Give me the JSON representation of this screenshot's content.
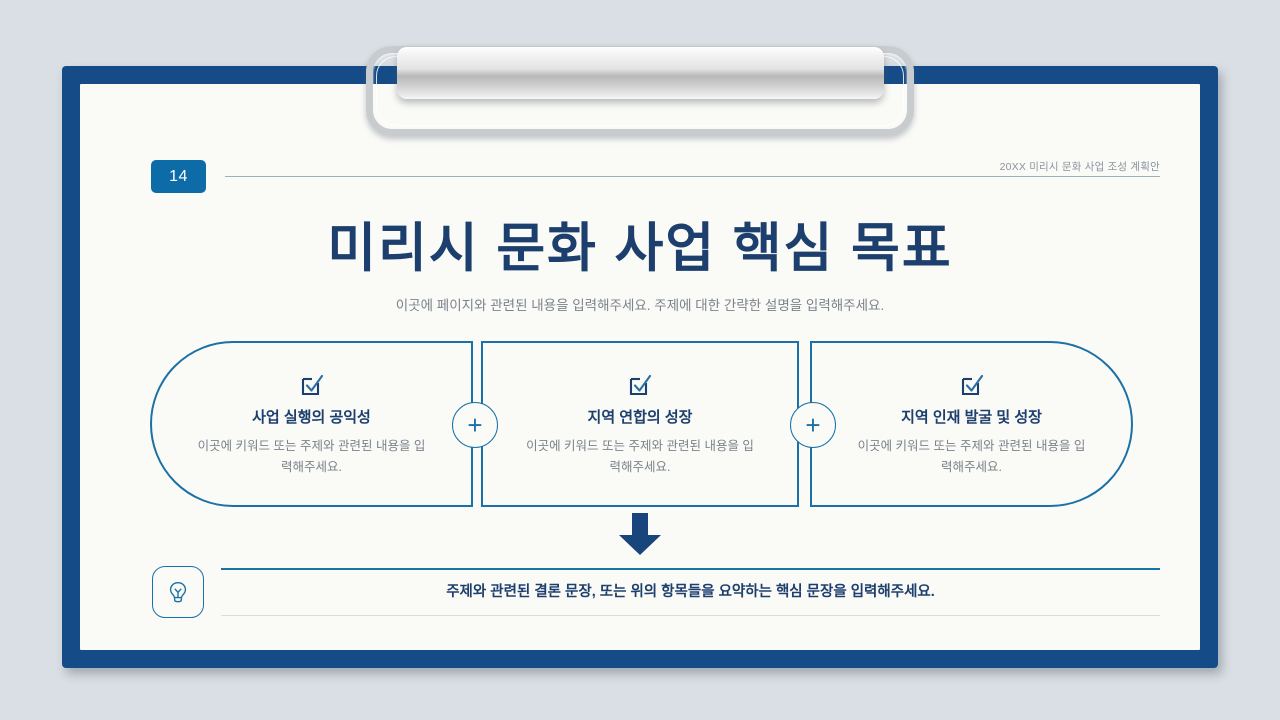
{
  "slide": {
    "page_number": "14",
    "header_label": "20XX 미리시 문화 사업 조성 계획안",
    "title": "미리시 문화 사업 핵심 목표",
    "subtitle": "이곳에 페이지와 관련된 내용을 입력해주세요. 주제에 대한 간략한 설명을 입력해주세요."
  },
  "cards": [
    {
      "icon": "checkbox-check-icon",
      "title": "사업 실행의 공익성",
      "description": "이곳에 키워드 또는 주제와 관련된 내용을 입력해주세요."
    },
    {
      "icon": "checkbox-check-icon",
      "title": "지역 연합의 성장",
      "description": "이곳에 키워드 또는 주제와 관련된 내용을 입력해주세요."
    },
    {
      "icon": "checkbox-check-icon",
      "title": "지역 인재 발굴 및 성장",
      "description": "이곳에 키워드 또는 주제와 관련된 내용을 입력해주세요."
    }
  ],
  "connectors": {
    "plus_symbol": "+",
    "arrow": "down-arrow-icon"
  },
  "conclusion": {
    "icon": "lightbulb-icon",
    "text": "주제와 관련된 결론 문장, 또는 위의 항목들을 요약하는 핵심 문장을 입력해주세요."
  },
  "colors": {
    "board_border": "#154c88",
    "page_badge": "#0d6ba8",
    "title_navy": "#1d3f6e",
    "accent_blue": "#1a71a6",
    "muted_text": "#7b838b",
    "slide_bg": "#fafaf7",
    "canvas_bg": "#d9dfe4"
  }
}
